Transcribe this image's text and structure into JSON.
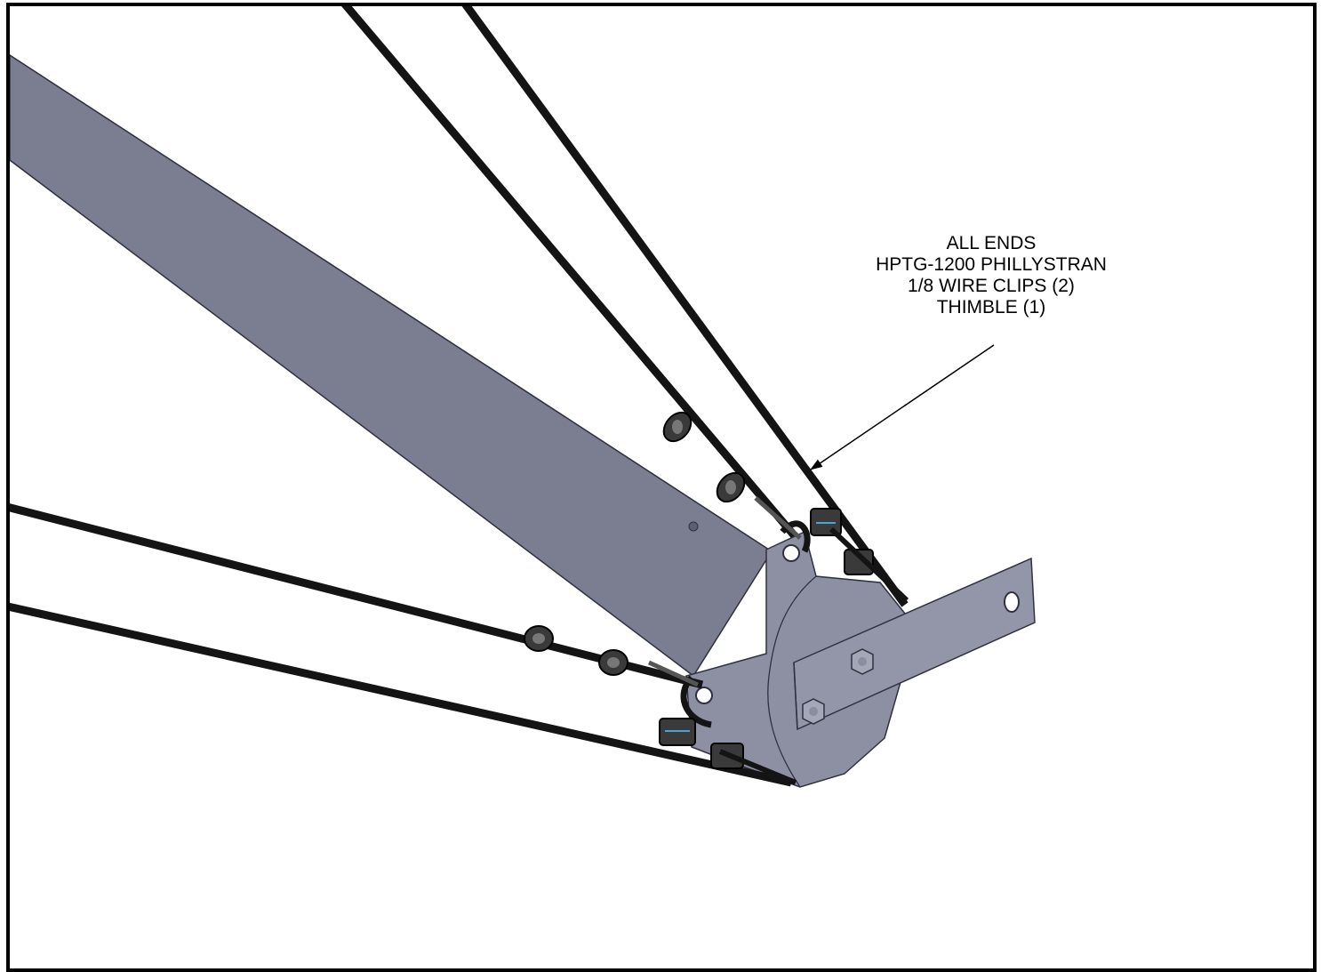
{
  "callout": {
    "line1": "ALL ENDS",
    "line2": "HPTG-1200 PHILLYSTRAN",
    "line3": "1/8 WIRE CLIPS (2)",
    "line4": "THIMBLE (1)"
  },
  "colors": {
    "boom": "#7b7e90",
    "boom_edge": "#2f3140",
    "plate": "#8c90a2",
    "cable": "#141414",
    "frame": "#000000"
  }
}
